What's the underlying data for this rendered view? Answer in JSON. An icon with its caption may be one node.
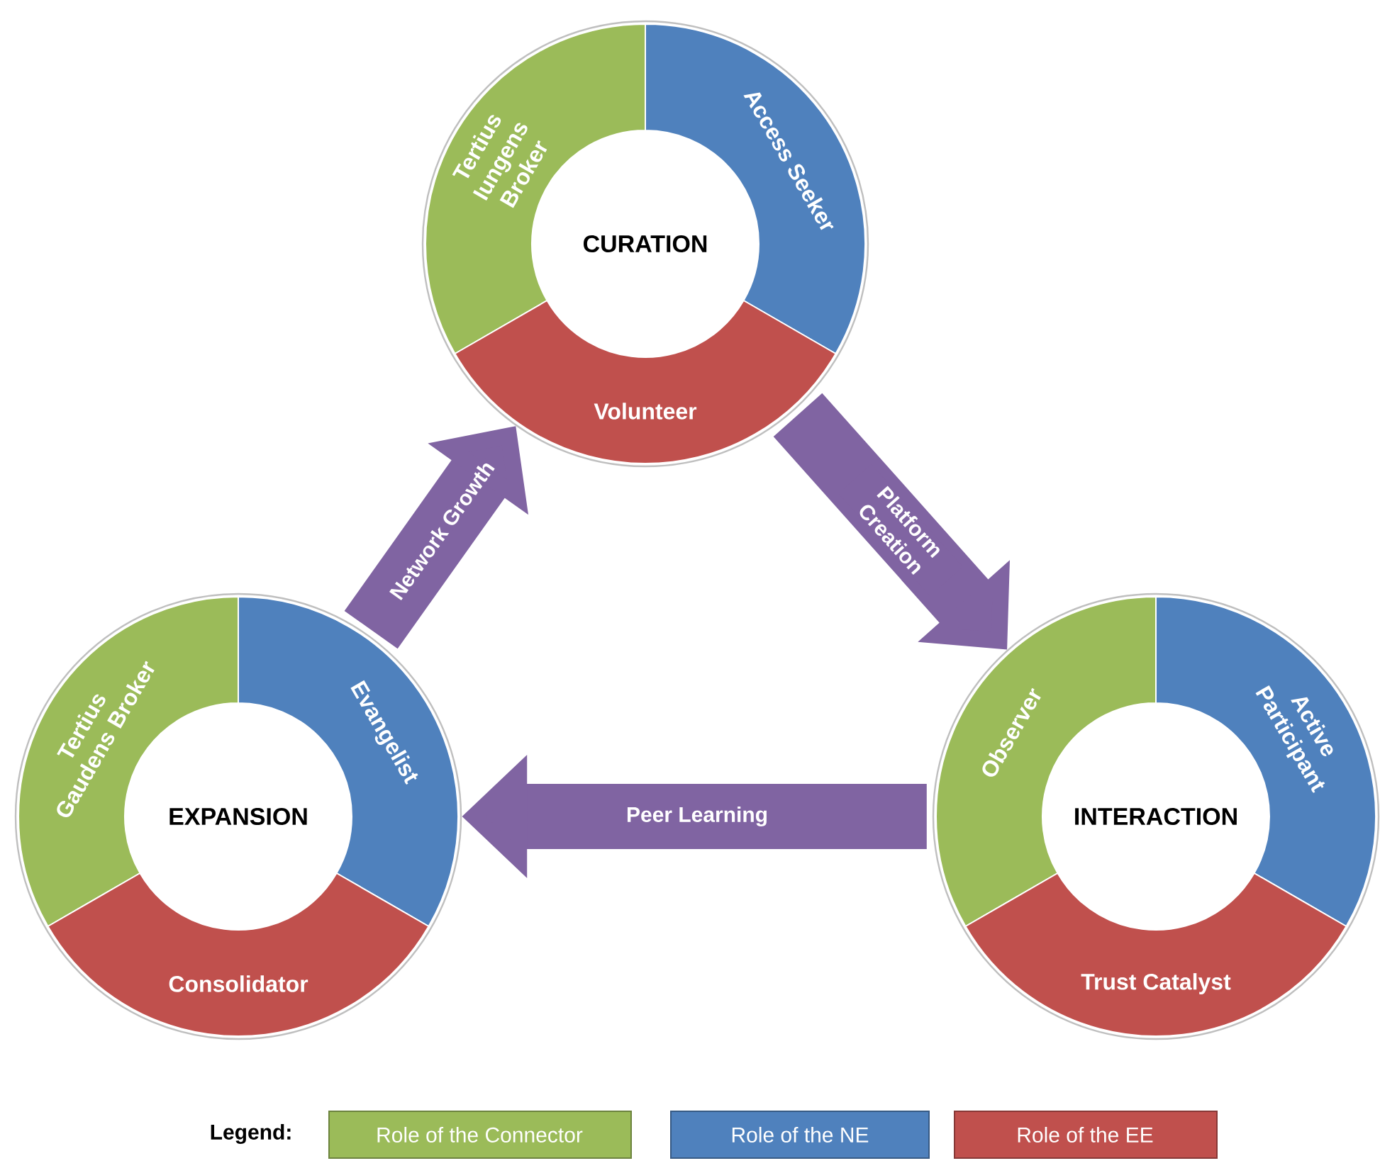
{
  "diagram": {
    "nodes": [
      {
        "text": [
          "CURATION"
        ]
      },
      {
        "text": [
          "Tertius Iungens Broker"
        ],
        "in": 0
      },
      {
        "text": [
          "Access Seeker"
        ],
        "in": 0
      },
      {
        "text": [
          "Volunteer"
        ],
        "in": 0
      },
      {
        "text": [
          "EXPANSION"
        ]
      },
      {
        "text": [
          "Tertius Gaudens Broker"
        ],
        "in": 4
      },
      {
        "text": [
          "Evangelist"
        ],
        "in": 4
      },
      {
        "text": [
          "Consolidator"
        ],
        "in": 4
      },
      {
        "text": [
          "INTERACTION"
        ]
      },
      {
        "text": [
          "Observer"
        ],
        "in": 8
      },
      {
        "text": [
          "Active Participant"
        ],
        "in": 8
      },
      {
        "text": [
          "Trust Catalyst"
        ],
        "in": 8
      }
    ],
    "edges": [
      {
        "from": 4,
        "to": 0,
        "arrow": "to",
        "label": "Network Growth"
      },
      {
        "from": 0,
        "to": 8,
        "arrow": "to",
        "label": "Platform Creation"
      },
      {
        "from": 8,
        "to": 4,
        "arrow": "to",
        "label": "Peer Learning"
      }
    ],
    "labels": [
      "Legend:"
    ],
    "legend": [
      {
        "text": "Role of the Connector",
        "color": "#9bbb59"
      },
      {
        "text": "Role of the NE",
        "color": "#4f81bd"
      },
      {
        "text": "Role of the EE",
        "color": "#c0504d"
      }
    ]
  }
}
